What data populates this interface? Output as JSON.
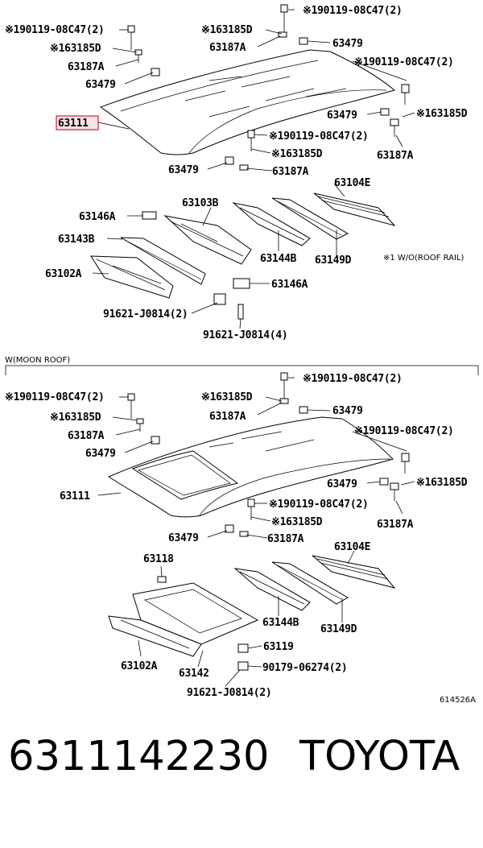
{
  "labels": {
    "t1": "※190119-08C47(2)",
    "t2": "※190119-08C47(2)",
    "t3": "※163185D",
    "t4": "63479",
    "t5": "※163185D",
    "t6": "63187A",
    "t7": "63187A",
    "t8": "※190119-08C47(2)",
    "t9": "63479",
    "t10": "63479",
    "t11": "※163185D",
    "t12": "63111",
    "t13": "※190119-08C47(2)",
    "t14": "※163185D",
    "t15": "63187A",
    "t16": "63479",
    "t17": "63187A",
    "t18": "63104E",
    "t19": "63103B",
    "t20": "63146A",
    "t21": "63143B",
    "t22": "63144B",
    "t23": "63149D",
    "t24": "※1 W/O(ROOF RAIL)",
    "t25": "63102A",
    "t26": "63146A",
    "t27": "91621-J0814(2)",
    "t28": "91621-J0814(4)"
  },
  "moonroof": {
    "header": "W(MOON ROOF)",
    "m1": "※190119-08C47(2)",
    "m2": "※190119-08C47(2)",
    "m3": "※163185D",
    "m4": "※163185D",
    "m5": "63479",
    "m6": "63187A",
    "m7": "63187A",
    "m8": "※190119-08C47(2)",
    "m9": "63479",
    "m10": "63479",
    "m11": "※163185D",
    "m12": "63111",
    "m13": "※190119-08C47(2)",
    "m14": "※163185D",
    "m15": "63187A",
    "m16": "63479",
    "m17": "63187A",
    "m18": "63104E",
    "m19": "63118",
    "m20": "63144B",
    "m21": "63149D",
    "m22": "63119",
    "m23": "63102A",
    "m24": "63142",
    "m25": "90179-06274(2)",
    "m26": "91621-J0814(2)",
    "ref": "614526A"
  },
  "footer": {
    "part_number": "6311142230",
    "brand": "TOYOTA"
  },
  "colors": {
    "highlight": "#d0203a",
    "ink": "#000000"
  }
}
